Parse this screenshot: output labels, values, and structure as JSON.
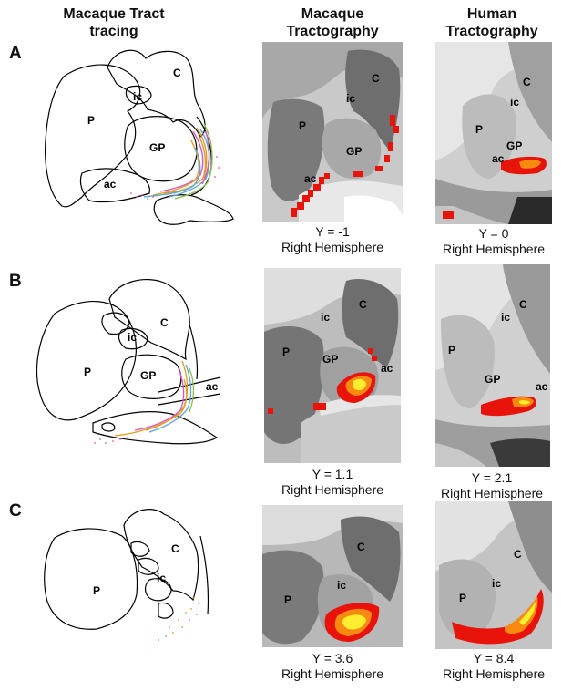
{
  "columns": {
    "tracing": "Macaque Tract tracing",
    "macaque": [
      "Macaque",
      "Tractography"
    ],
    "human": [
      "Human",
      "Tractography"
    ]
  },
  "rows": [
    {
      "letter": "A",
      "tracing_labels": {
        "c": "C",
        "ic": "ic",
        "p": "P",
        "gp": "GP",
        "ac": "ac"
      },
      "macaque_labels": {
        "c": "C",
        "ic": "ic",
        "p": "P",
        "gp": "GP",
        "ac": "ac"
      },
      "human_labels": {
        "c": "C",
        "ic": "ic",
        "p": "P",
        "gp": "GP",
        "ac": "ac"
      },
      "macaque_caption": [
        "Y = -1",
        "Right Hemisphere"
      ],
      "human_caption": [
        "Y = 0",
        "Right Hemisphere"
      ]
    },
    {
      "letter": "B",
      "tracing_labels": {
        "c": "C",
        "ic": "ic",
        "p": "P",
        "gp": "GP",
        "ac": "ac"
      },
      "macaque_labels": {
        "c": "C",
        "ic": "ic",
        "p": "P",
        "gp": "GP",
        "ac": "ac"
      },
      "human_labels": {
        "c": "C",
        "ic": "ic",
        "p": "P",
        "gp": "GP",
        "ac": "ac"
      },
      "macaque_caption": [
        "Y = 1.1",
        "Right Hemisphere"
      ],
      "human_caption": [
        "Y = 2.1",
        "Right Hemisphere"
      ]
    },
    {
      "letter": "C",
      "tracing_labels": {
        "c": "C",
        "ic": "ic",
        "p": "P"
      },
      "macaque_labels": {
        "c": "C",
        "ic": "ic",
        "p": "P"
      },
      "human_labels": {
        "c": "C",
        "ic": "ic",
        "p": "P"
      },
      "macaque_caption": [
        "Y = 3.6",
        "Right Hemisphere"
      ],
      "human_caption": [
        "Y = 8.4",
        "Right Hemisphere"
      ]
    }
  ],
  "colors": {
    "mri_dark": "#6e6e6e",
    "mri_mid": "#9a9a9a",
    "mri_light": "#c9c9c9",
    "mri_bright": "#e3e3e3",
    "heat_red": "#e8140c",
    "heat_orange": "#f88a10",
    "heat_yellow": "#ffee30",
    "fiber_orange": "#e09a2a",
    "fiber_blue": "#5aa8d8",
    "fiber_magenta": "#d858c8",
    "fiber_green": "#8abf50"
  }
}
